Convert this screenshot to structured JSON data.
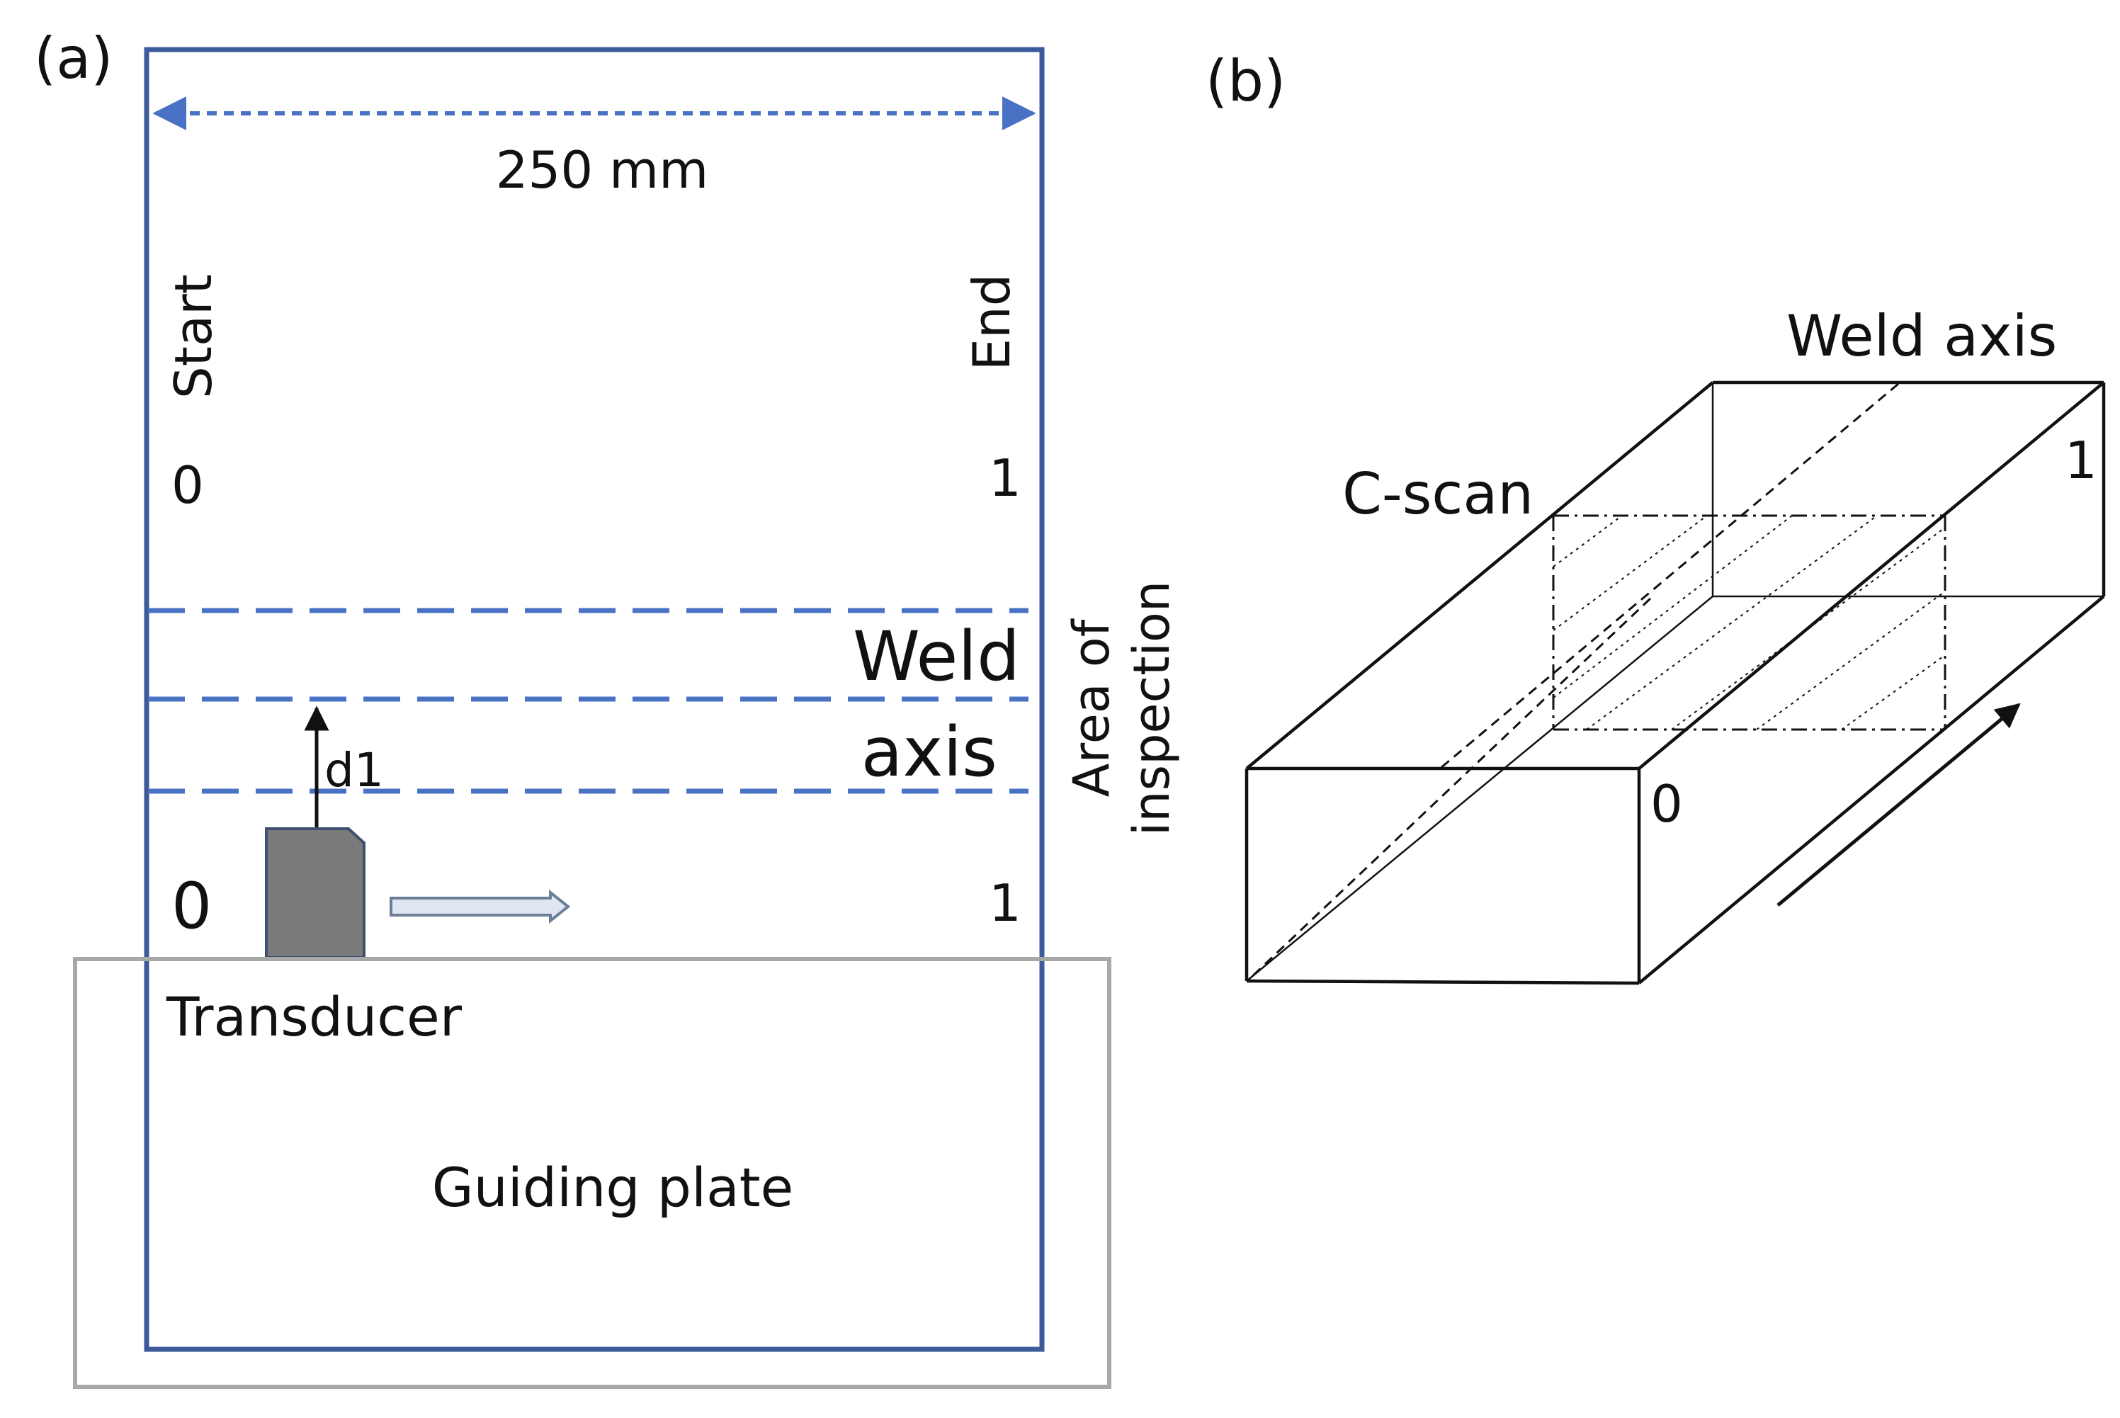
{
  "panel_a": {
    "label": "(a)",
    "width_label": "250 mm",
    "start_label": "Start",
    "end_label": "End",
    "row_top": {
      "start_value": "0",
      "end_value": "1"
    },
    "row_bottom": {
      "start_value": "0",
      "end_value": "1"
    },
    "weld_label_line1": "Weld",
    "weld_label_line2": "axis",
    "d1_label": "d1",
    "area_label_line1": "Area of",
    "area_label_line2": "inspection",
    "transducer_label": "Transducer",
    "guiding_plate_label": "Guiding plate"
  },
  "panel_b": {
    "label": "(b)",
    "weld_axis_label": "Weld axis",
    "cscan_label": "C-scan",
    "far_end_value": "1",
    "near_end_value": "0"
  },
  "colors": {
    "plate_border": "#3d5a9a",
    "dash_blue": "#4a72c4",
    "transducer_fill": "#7a7a7a",
    "guide_border": "#a8a8a8",
    "arrow_fill": "#dfe6f1",
    "arrow_stroke": "#6c7d98"
  }
}
